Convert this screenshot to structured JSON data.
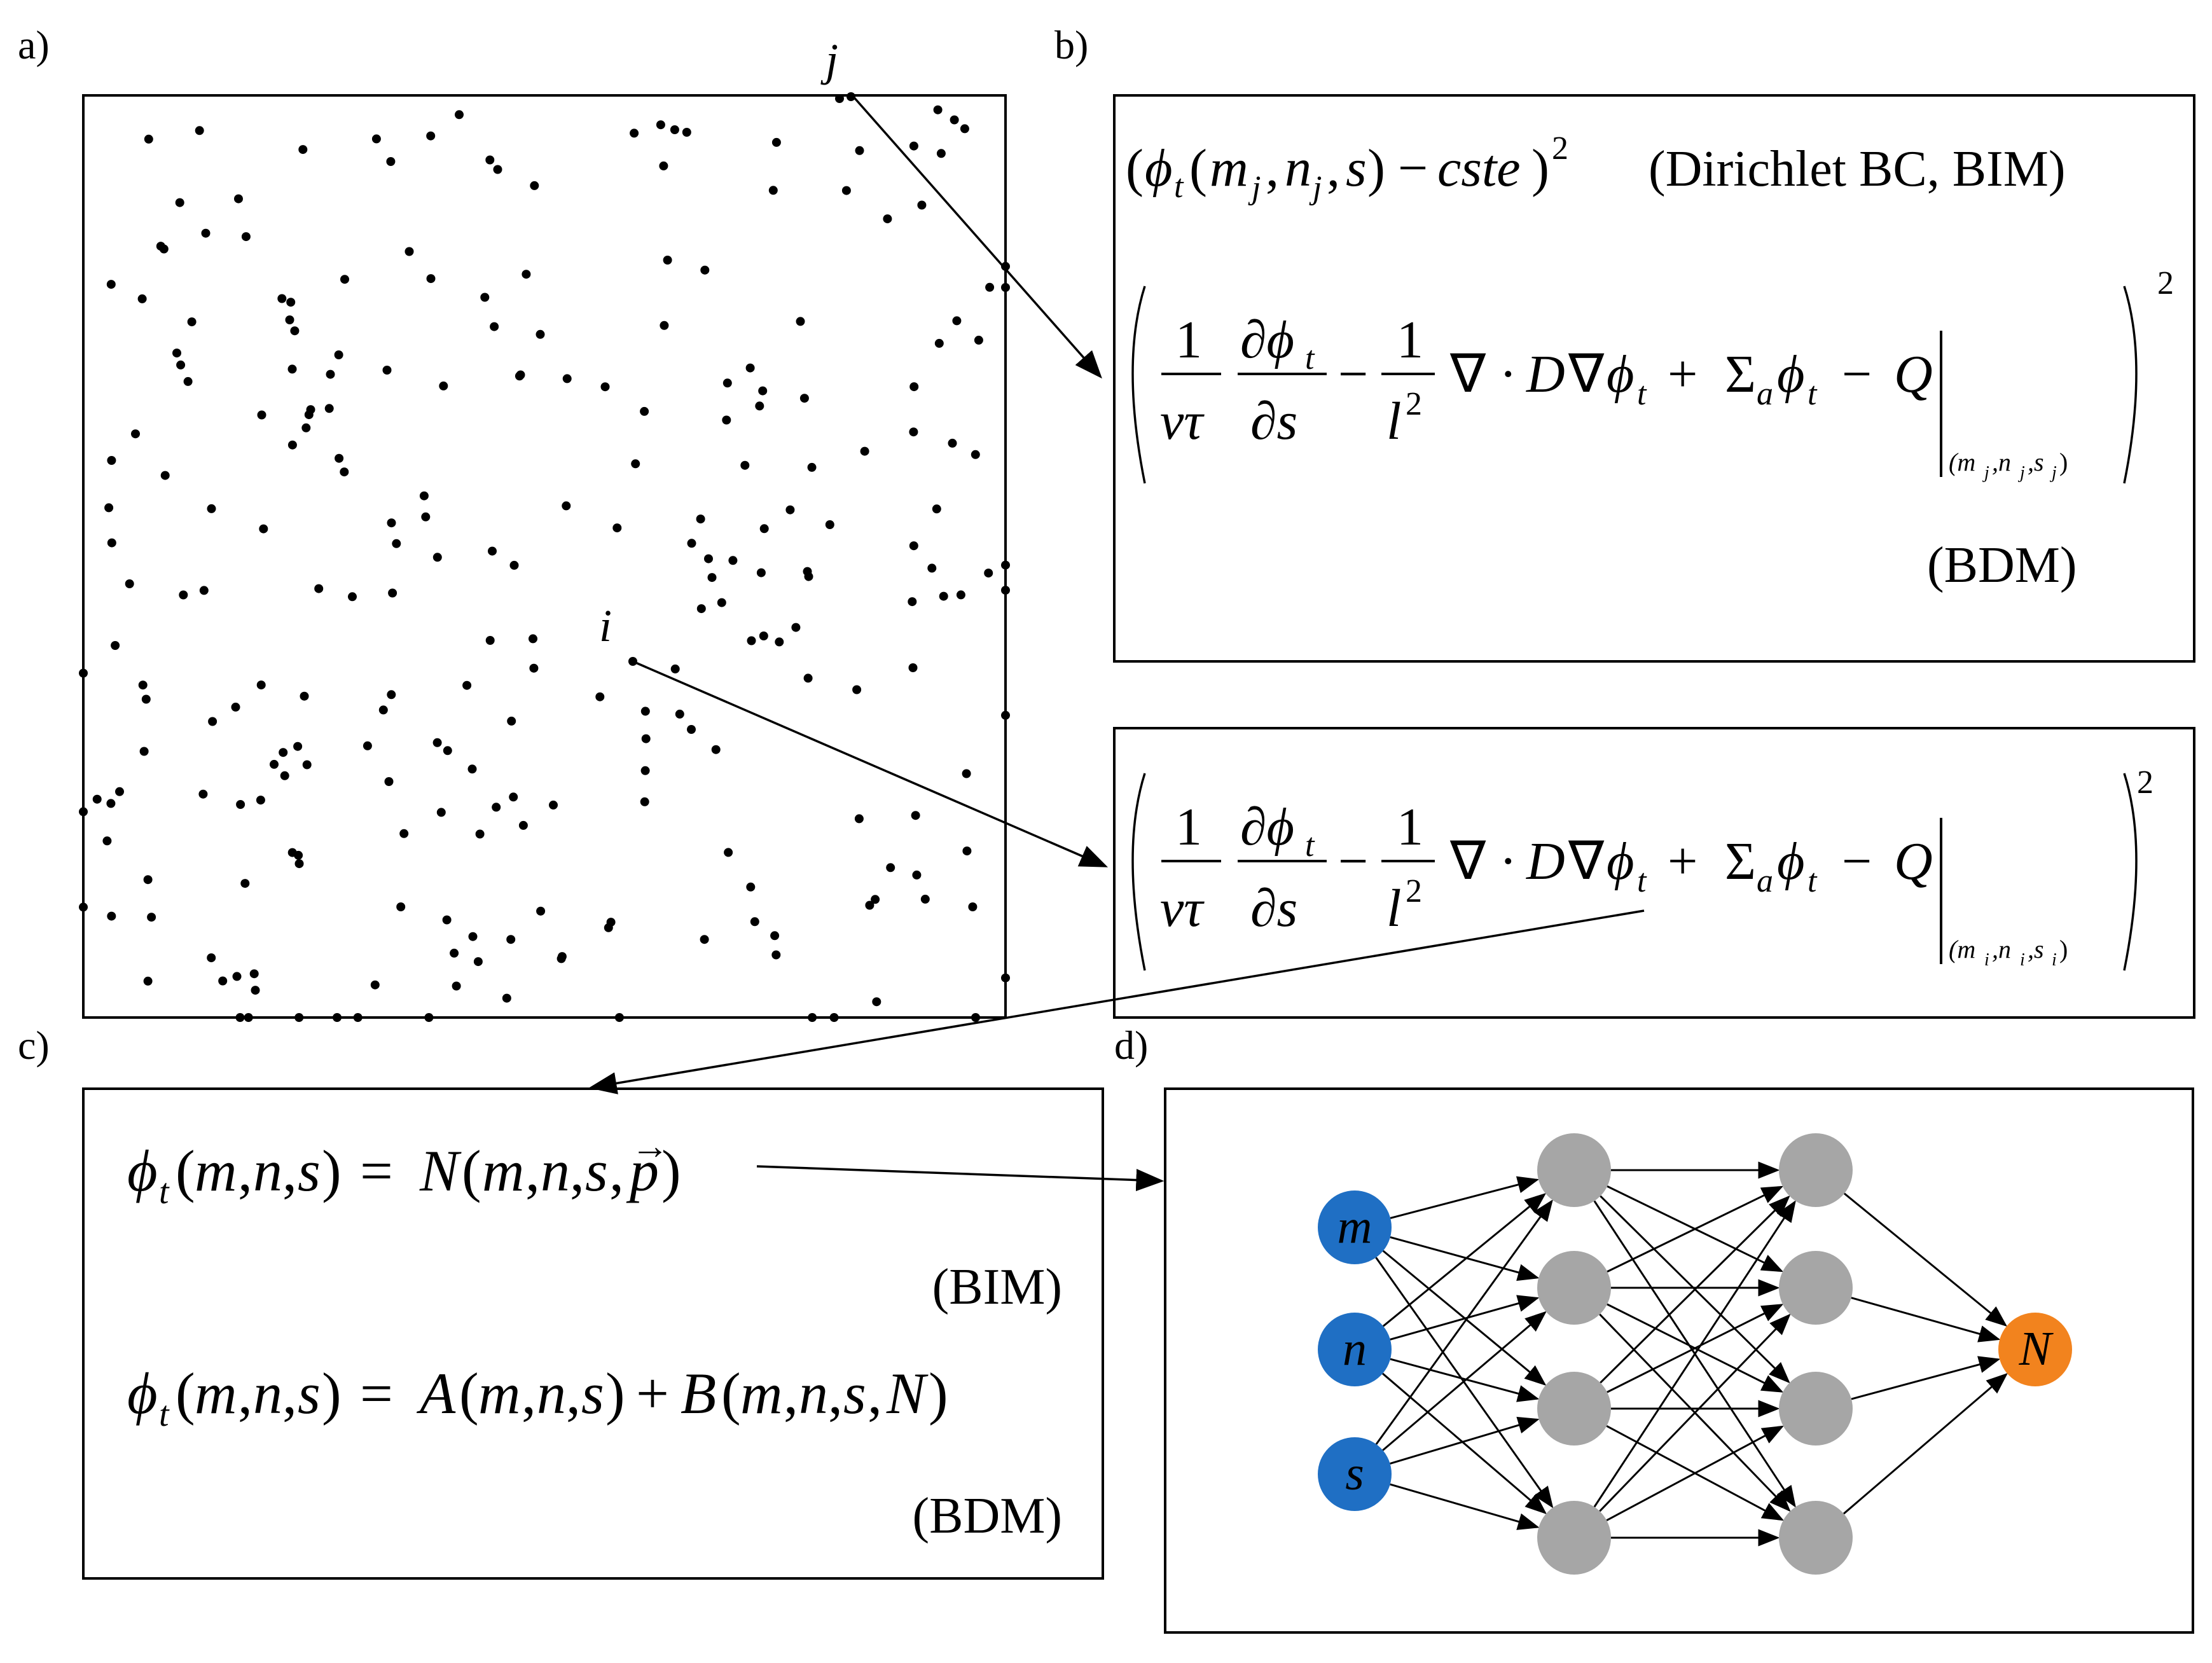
{
  "panels": {
    "a": {
      "label": "a)"
    },
    "b": {
      "label": "b)"
    },
    "c": {
      "label": "c)"
    },
    "d": {
      "label": "d)"
    }
  },
  "points": {
    "i": "i",
    "j": "j"
  },
  "panel_b": {
    "dirichlet_note": "(Dirichlet BC, BIM)",
    "bdm_note": "(BDM)",
    "cste": "cste"
  },
  "panel_c": {
    "bim_note": "(BIM)",
    "bdm_note": "(BDM)"
  },
  "network": {
    "inputs": [
      "m",
      "n",
      "s"
    ],
    "hidden_layers": [
      4,
      4
    ],
    "output": "N",
    "colors": {
      "input": "#1f6fc4",
      "hidden": "#a6a6a6",
      "output": "#f2831e"
    }
  }
}
